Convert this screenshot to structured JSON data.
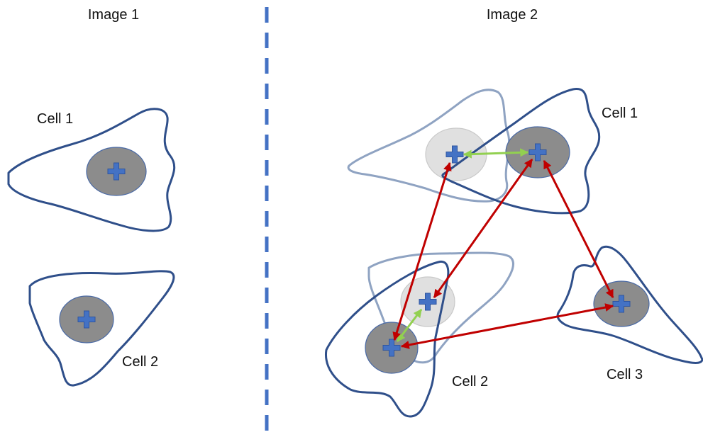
{
  "headers": {
    "image1": "Image 1",
    "image2": "Image 2"
  },
  "image1": {
    "cell1_label": "Cell 1",
    "cell2_label": "Cell 2"
  },
  "image2": {
    "cell1_label": "Cell 1",
    "cell2_label": "Cell 2",
    "cell3_label": "Cell 3"
  },
  "colors": {
    "divider": "#4472c4",
    "cell_outline": "#2f4f8a",
    "previous_outline": "#8fa3c2",
    "nucleus": "#8c8c8c",
    "previous_nucleus": "#e0e0e0",
    "centroid_marker": "#4472c4",
    "candidate_link": "#c00000",
    "same_cell_link": "#92d050"
  },
  "icons": {
    "centroid": "plus-icon"
  }
}
